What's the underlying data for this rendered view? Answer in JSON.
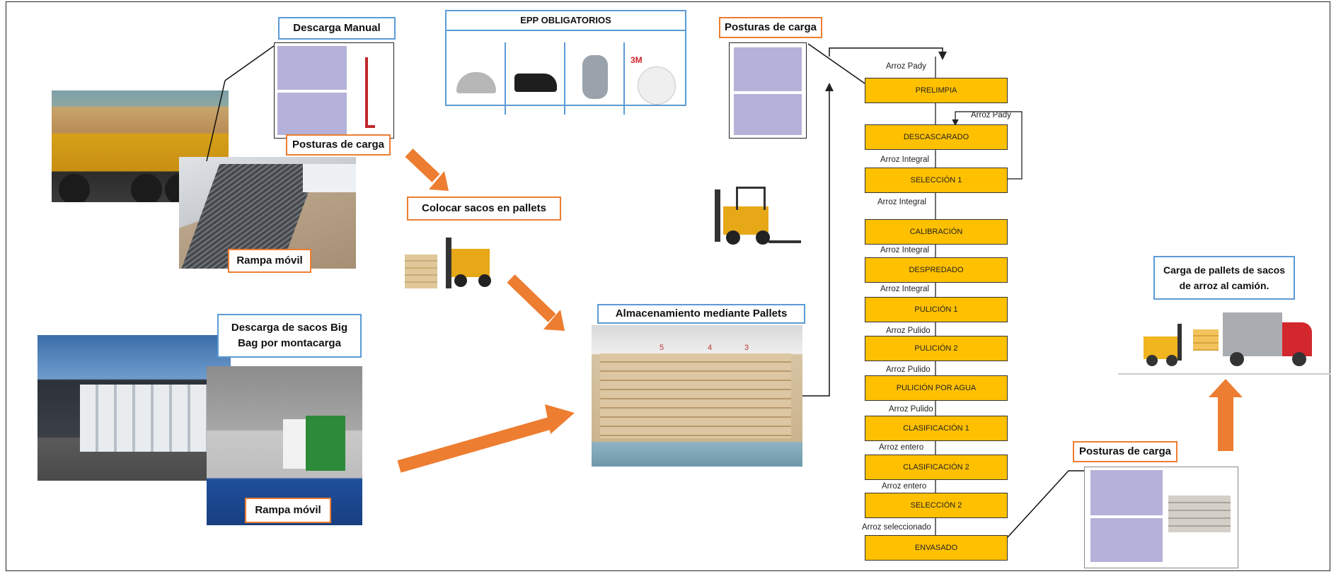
{
  "labels": {
    "descarga_manual": "Descarga Manual",
    "posturas_carga_1": "Posturas de carga",
    "rampa_movil_1": "Rampa móvil",
    "epp": "EPP OBLIGATORIOS",
    "colocar_sacos": "Colocar sacos en pallets",
    "big_bag": "Descarga de sacos Big Bag por montacarga",
    "rampa_movil_2": "Rampa móvil",
    "almacenamiento": "Almacenamiento mediante Pallets",
    "posturas_carga_2": "Posturas de carga",
    "posturas_carga_3": "Posturas de carga",
    "carga_camion": "Carga de pallets de sacos de arroz al camión."
  },
  "ppe_brand": "3M",
  "rack_numbers": [
    "5",
    "4",
    "3"
  ],
  "process": {
    "steps": [
      "PRELIMPIA",
      "DESCASCARADO",
      "SELECCIÓN 1",
      "CALIBRACIÓN",
      "DESPREDADO",
      "PULICIÓN 1",
      "PULICIÓN 2",
      "PULICIÓN POR AGUA",
      "CLASIFICACIÓN 1",
      "CLASIFICACIÓN 2",
      "SELECCIÓN 2",
      "ENVASADO"
    ],
    "flows": [
      "Arroz Pady",
      "Arroz Pady",
      "Arroz Integral",
      "Arroz Integral",
      "Arroz Integral",
      "Arroz Integral",
      "Arroz Pulido",
      "Arroz Pulido",
      "Arroz Pulido",
      "Arroz entero",
      "Arroz entero",
      "Arroz seleccionado"
    ]
  },
  "colors": {
    "step_fill": "#ffc000",
    "arrow": "#ed7d31",
    "label_blue": "#5b9bd5",
    "label_orange": "#ed7d31"
  }
}
